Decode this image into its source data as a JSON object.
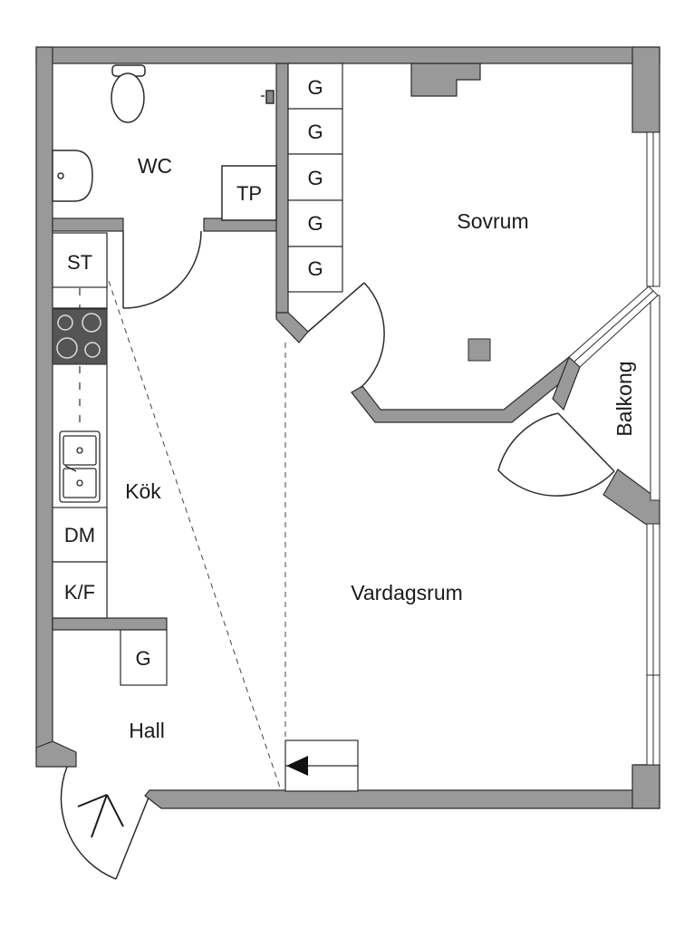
{
  "rooms": {
    "wc": "WC",
    "sovrum": "Sovrum",
    "kok": "Kök",
    "vardagsrum": "Vardagsrum",
    "hall": "Hall",
    "balkong": "Balkong"
  },
  "fixtures": {
    "tp": "TP",
    "st": "ST",
    "dm": "DM",
    "kf": "K/F",
    "wardrobe": [
      "G",
      "G",
      "G",
      "G",
      "G"
    ],
    "hall_wardrobe": "G"
  },
  "colors": {
    "wall": "#999999",
    "wall_outline": "#2b2b2b",
    "stove": "#555555",
    "line": "#2b2b2b"
  }
}
